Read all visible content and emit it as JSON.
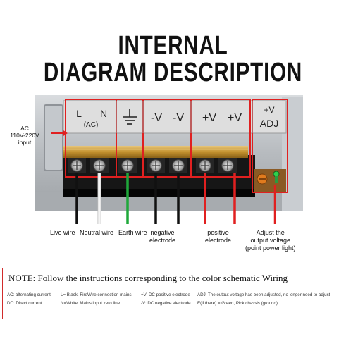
{
  "title": {
    "line1": "INTERNAL",
    "line2": "DIAGRAM DESCRIPTION"
  },
  "terminals": {
    "ln_L": "L",
    "ln_N": "N",
    "ln_ac": "(AC)",
    "neg1": "-V",
    "neg2": "-V",
    "pos1": "+V",
    "pos2": "+V",
    "adj_top": "+V",
    "adj_bottom": "ADJ"
  },
  "input_label": {
    "line1": "AC",
    "line2": "110V-220V",
    "line3": "input"
  },
  "wire_labels": {
    "live": "Live wire",
    "neutral": "Neutral wire",
    "earth": "Earth wire",
    "negative": "negative\nelectrode",
    "positive": "positive\nelectrode",
    "adjust": "Adjust the\noutput voltage\n(point power light)"
  },
  "note": {
    "heading": "NOTE: Follow the instructions corresponding to the color schematic Wiring",
    "row1": {
      "a": "AC: alternating current",
      "b": "L= Black, FireWire connection mains",
      "c": "+V: DC positive electrode",
      "d": "ADJ: The output voltage has been adjusted, no longer need to adjust"
    },
    "row2": {
      "a": "DC: Direct current",
      "b": "N=White: Mains input zero line",
      "c": "-V: DC negative electrode",
      "d": "E(if there) = Green, Pick chassis (ground)"
    }
  },
  "colors": {
    "live_wire": "#111111",
    "neutral_wire": "#f4f4f4",
    "earth_wire": "#1fa83a",
    "negative_wire": "#111111",
    "positive_wire": "#e02020",
    "adjust_wire": "#e02020",
    "highlight_box": "#e02020",
    "note_border": "#d12b2b",
    "brass_bar": "#c99a3a",
    "chassis": "#b9bdc2"
  }
}
